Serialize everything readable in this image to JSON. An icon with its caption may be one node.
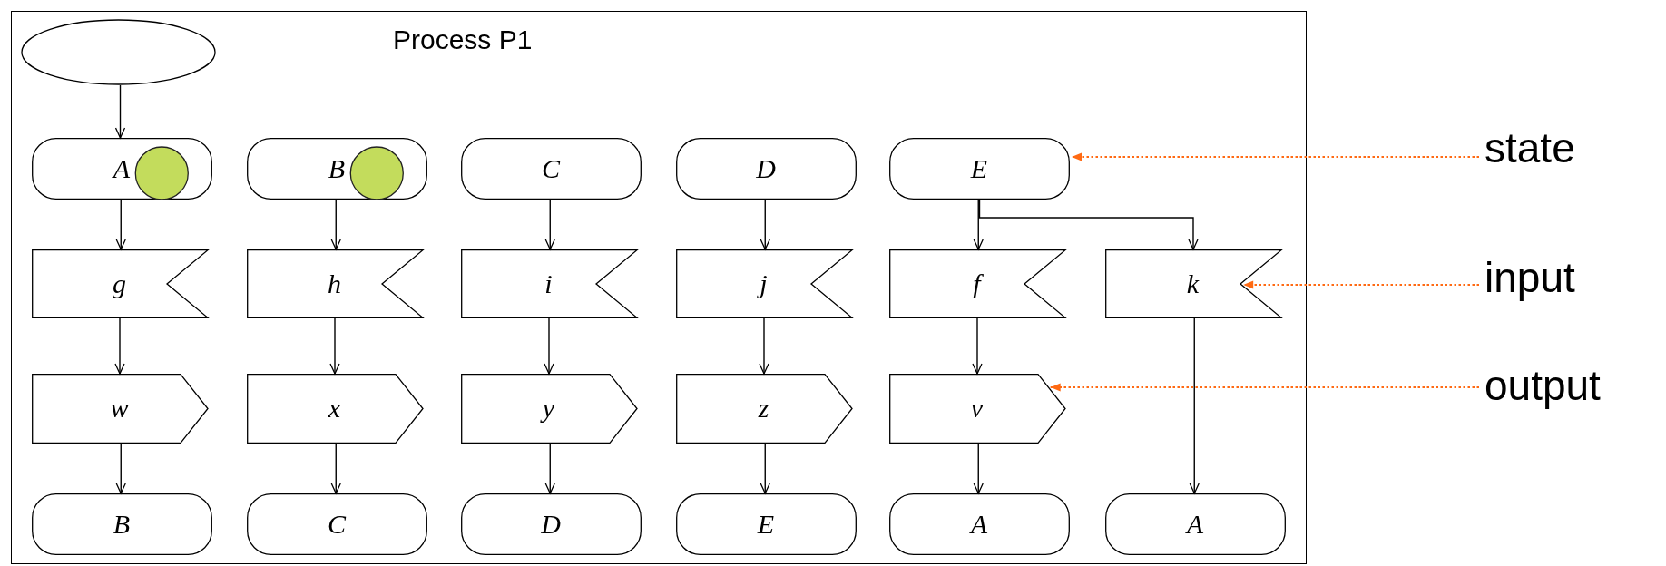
{
  "diagram": {
    "nodes": [
      {
        "text": [
          "Process P1"
        ]
      },
      {
        "text": [],
        "shape": "ellipse",
        "in": 0
      },
      {
        "text": [
          "A"
        ],
        "in": 0
      },
      {
        "text": [
          "B"
        ],
        "in": 0
      },
      {
        "text": [
          "C"
        ],
        "in": 0
      },
      {
        "text": [
          "D"
        ],
        "in": 0
      },
      {
        "text": [
          "E"
        ],
        "in": 0
      },
      {
        "text": [
          "g"
        ],
        "in": 0
      },
      {
        "text": [
          "h"
        ],
        "in": 0
      },
      {
        "text": [
          "i"
        ],
        "in": 0
      },
      {
        "text": [
          "j"
        ],
        "in": 0
      },
      {
        "text": [
          "f"
        ],
        "in": 0
      },
      {
        "text": [
          "k"
        ],
        "in": 0
      },
      {
        "text": [
          "w"
        ],
        "in": 0
      },
      {
        "text": [
          "x"
        ],
        "in": 0
      },
      {
        "text": [
          "y"
        ],
        "in": 0
      },
      {
        "text": [
          "z"
        ],
        "in": 0
      },
      {
        "text": [
          "v"
        ],
        "in": 0
      },
      {
        "text": [
          "B"
        ],
        "in": 0
      },
      {
        "text": [
          "C"
        ],
        "in": 0
      },
      {
        "text": [
          "D"
        ],
        "in": 0
      },
      {
        "text": [
          "E"
        ],
        "in": 0
      },
      {
        "text": [
          "A"
        ],
        "in": 0
      },
      {
        "text": [
          "A"
        ],
        "in": 0
      },
      {
        "text": [
          "state"
        ]
      },
      {
        "text": [
          "input"
        ]
      },
      {
        "text": [
          "output"
        ]
      }
    ],
    "edges": [
      {
        "from": 1,
        "to": 2,
        "arrow": "to"
      },
      {
        "from": 2,
        "to": 7,
        "arrow": "to"
      },
      {
        "from": 7,
        "to": 13,
        "arrow": "to"
      },
      {
        "from": 13,
        "to": 18,
        "arrow": "to"
      },
      {
        "from": 3,
        "to": 8,
        "arrow": "to"
      },
      {
        "from": 8,
        "to": 14,
        "arrow": "to"
      },
      {
        "from": 14,
        "to": 19,
        "arrow": "to"
      },
      {
        "from": 4,
        "to": 9,
        "arrow": "to"
      },
      {
        "from": 9,
        "to": 15,
        "arrow": "to"
      },
      {
        "from": 15,
        "to": 20,
        "arrow": "to"
      },
      {
        "from": 5,
        "to": 10,
        "arrow": "to"
      },
      {
        "from": 10,
        "to": 16,
        "arrow": "to"
      },
      {
        "from": 16,
        "to": 21,
        "arrow": "to"
      },
      {
        "from": 6,
        "to": 11,
        "arrow": "to"
      },
      {
        "from": 6,
        "to": 12,
        "arrow": "to"
      },
      {
        "from": 11,
        "to": 17,
        "arrow": "to"
      },
      {
        "from": 17,
        "to": 22,
        "arrow": "to"
      },
      {
        "from": 12,
        "to": 23,
        "arrow": "to"
      },
      {
        "from": 24,
        "to": 6,
        "arrow": "to",
        "style": "dashed",
        "color": "#ff6a13"
      },
      {
        "from": 25,
        "to": 12,
        "arrow": "to",
        "style": "dashed",
        "color": "#ff6a13"
      },
      {
        "from": 26,
        "to": 17,
        "arrow": "to",
        "style": "dashed",
        "color": "#ff6a13"
      }
    ]
  }
}
